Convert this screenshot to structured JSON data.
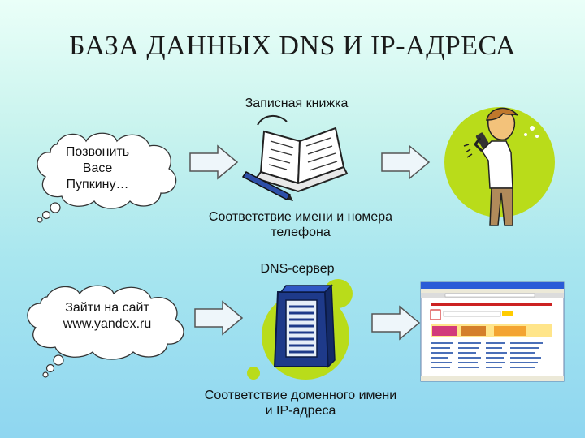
{
  "title": "БАЗА ДАННЫХ DNS И IP-АДРЕСА",
  "row1": {
    "cloud_lines": [
      "Позвонить",
      "Васе",
      "Пупкину…"
    ],
    "top_label": "Записная книжка",
    "bottom_label_lines": [
      "Соответствие имени и номера",
      "телефона"
    ],
    "icons": [
      "thought-cloud-icon",
      "arrow-right-icon",
      "notebook-pen-icon",
      "arrow-right-icon",
      "person-phone-icon"
    ]
  },
  "row2": {
    "cloud_lines": [
      "Зайти на сайт",
      "www.yandex.ru"
    ],
    "top_label": "DNS-сервер",
    "bottom_label_lines": [
      "Соответствие доменного имени",
      "и IP-адреса"
    ],
    "icons": [
      "thought-cloud-icon",
      "arrow-right-icon",
      "server-icon",
      "arrow-right-icon",
      "browser-window-icon"
    ]
  },
  "colors": {
    "accent_green": "#b9dc1a",
    "arrow_fill": "#eef6fa",
    "server_blue": "#1e3a8a"
  }
}
